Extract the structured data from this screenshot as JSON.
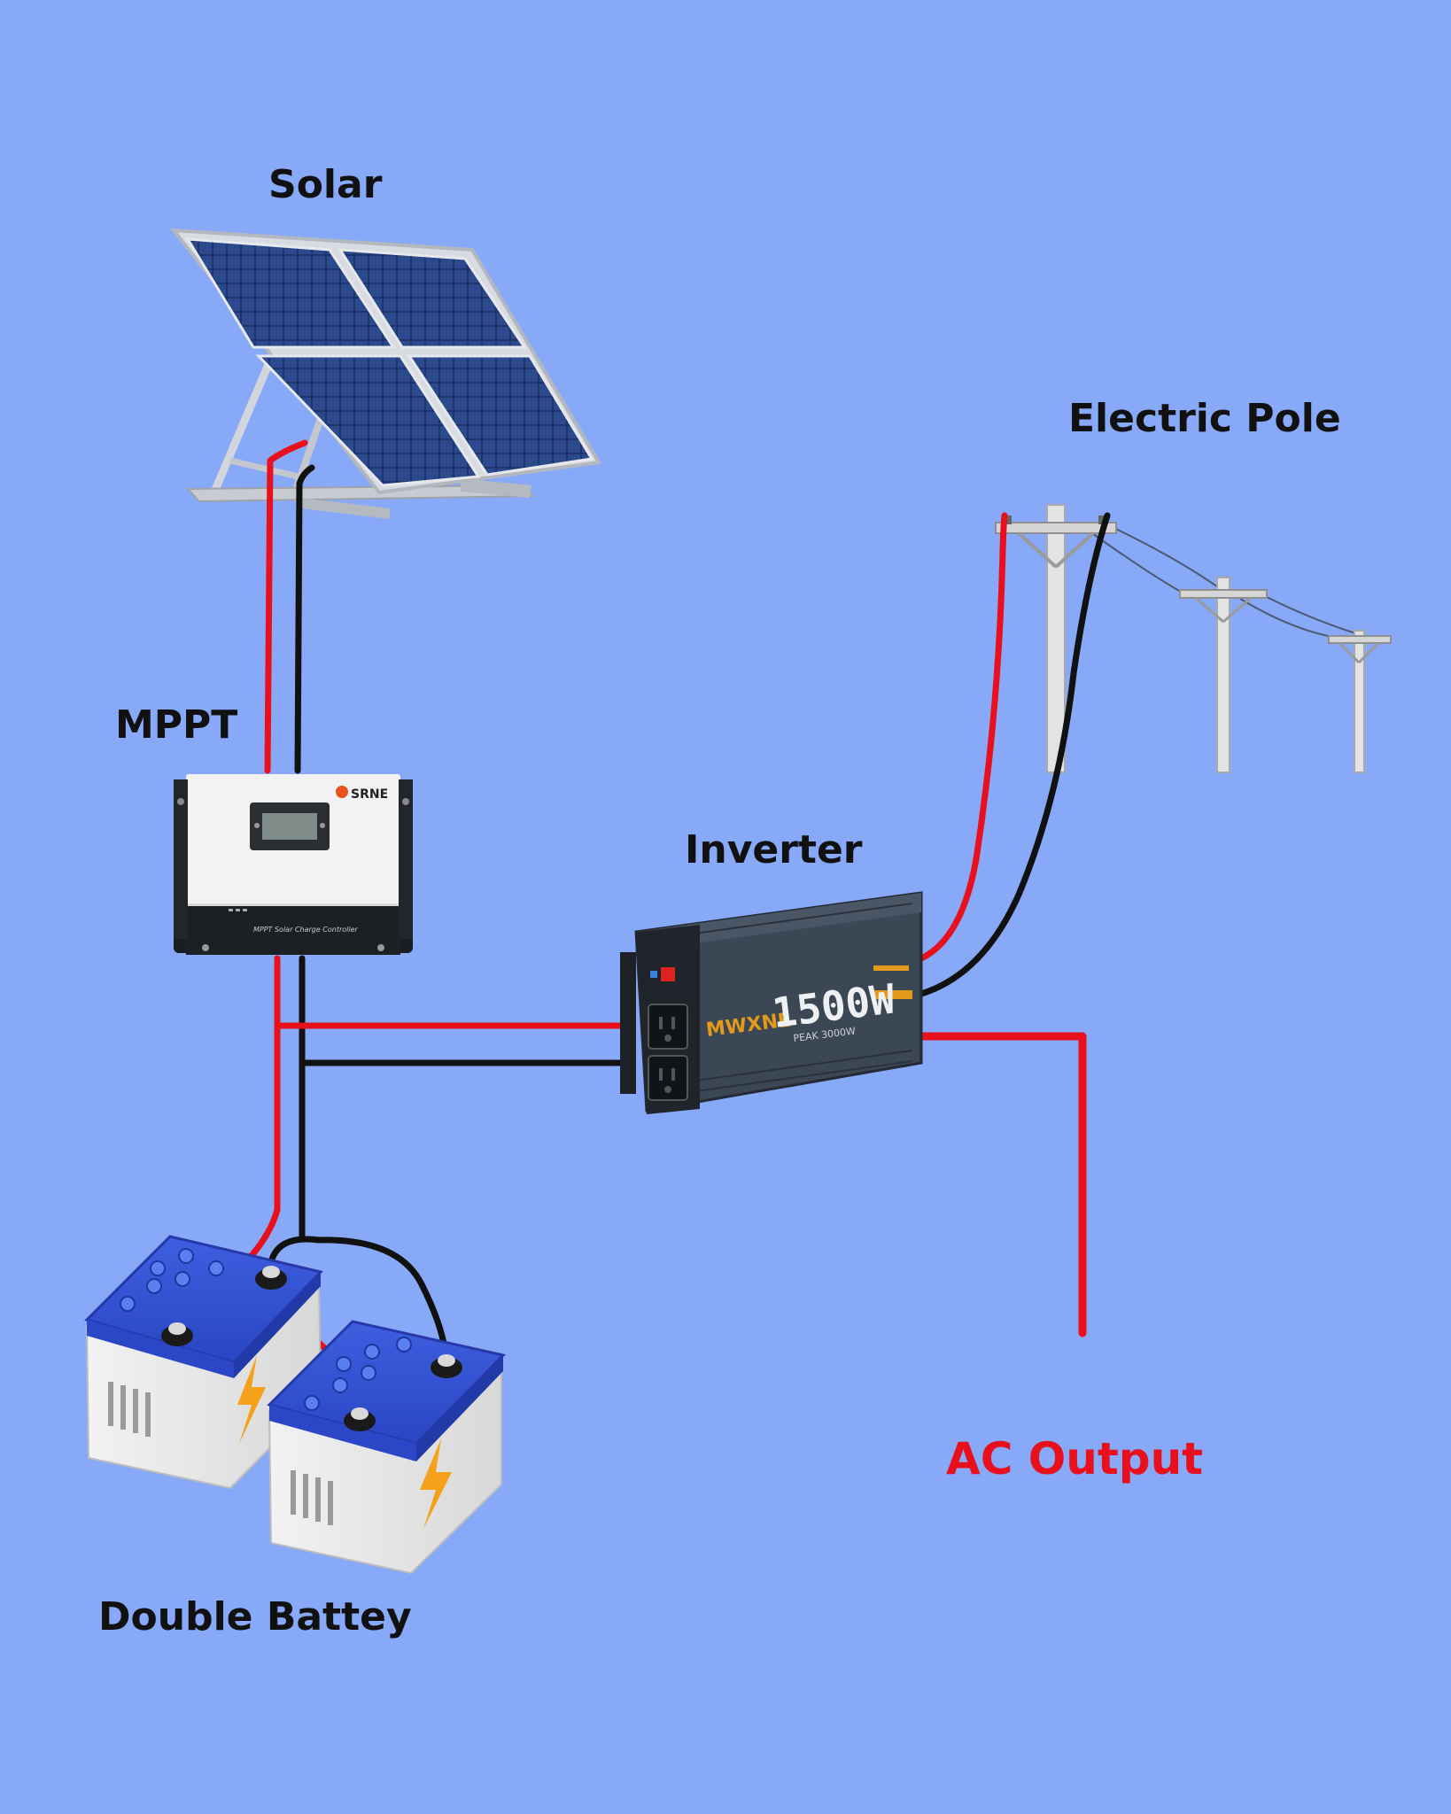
{
  "labels": {
    "solar": "Solar",
    "electric_pole": "Electric Pole",
    "mppt": "MPPT",
    "inverter": "Inverter",
    "ac_output": "AC Output",
    "double_battery": "Double Battey"
  },
  "devices": {
    "mppt_brand": "SRNE",
    "mppt_caption": "MPPT Solar Charge Controller",
    "inverter_brand": "MWXNE",
    "inverter_rating": "1500W",
    "inverter_peak": "PEAK 3000W"
  },
  "colors": {
    "background": "#88a8f8",
    "positive_wire": "#e8101c",
    "negative_wire": "#111111"
  }
}
